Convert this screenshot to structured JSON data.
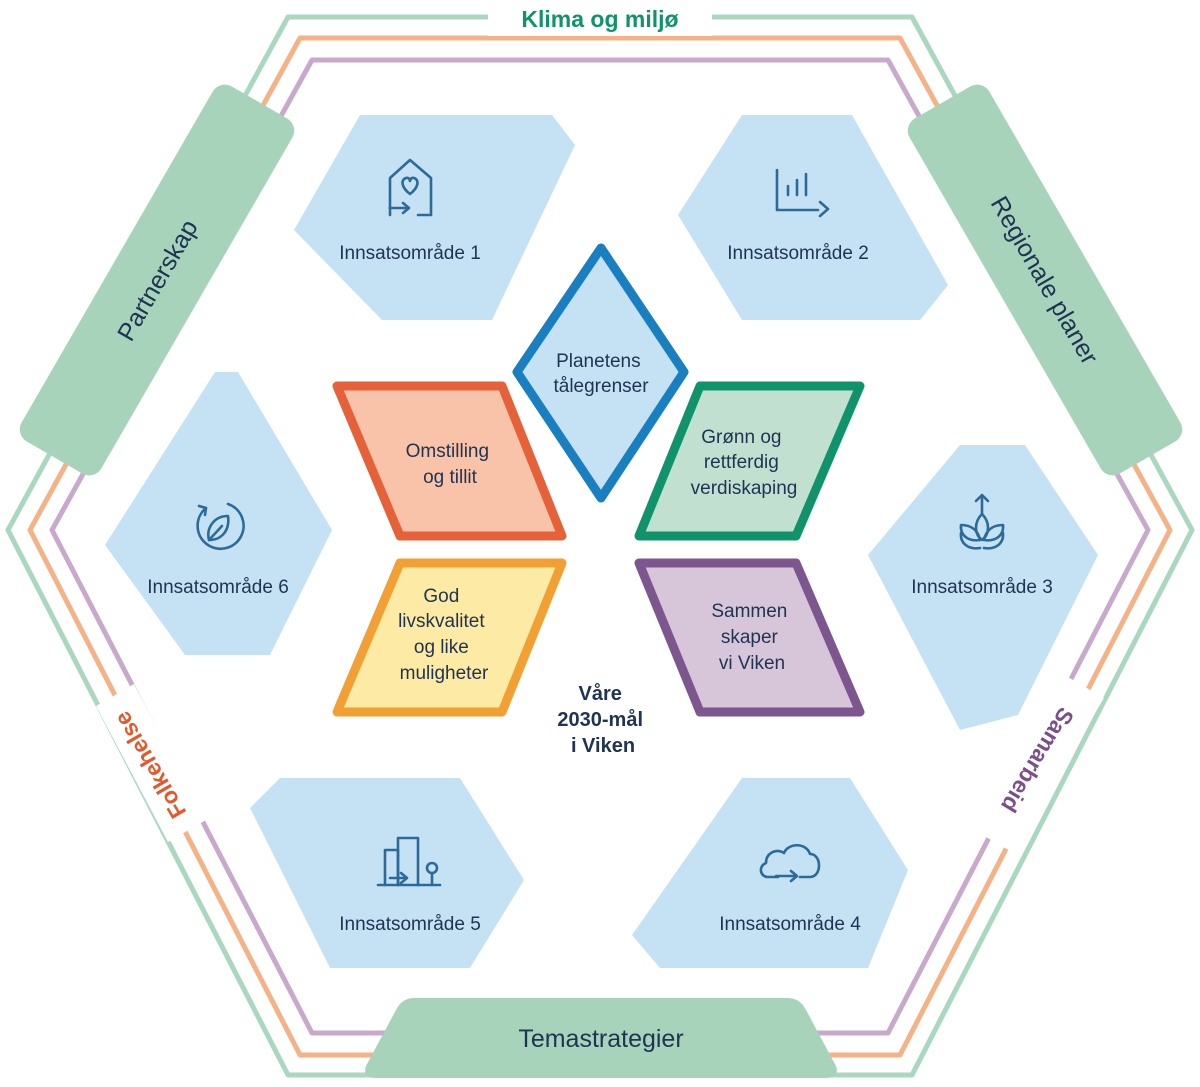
{
  "colors": {
    "ring_outer": "#a9d7bf",
    "ring_middle": "#f4b286",
    "ring_inner": "#c8a9cc",
    "band_fill": "#a8d3bb",
    "area_fill": "#c4e2f4",
    "icon": "#2c6a9a",
    "text": "#1f3352",
    "klima": "#10936b",
    "folkehelse": "#e4582b",
    "samarbeid": "#7a4f8a"
  },
  "ring_labels": {
    "klima": "Klima og miljø",
    "folkehelse": "Folkehelse",
    "samarbeid": "Samarbeid"
  },
  "bands": {
    "partnerskap": "Partnerskap",
    "regionale_planer": "Regionale planer",
    "temastrategier": "Temastrategier"
  },
  "areas": [
    {
      "label": "Innsatsområde 1",
      "icon": "house-heart-icon"
    },
    {
      "label": "Innsatsområde 2",
      "icon": "bar-chart-icon"
    },
    {
      "label": "Innsatsområde 3",
      "icon": "plant-icon"
    },
    {
      "label": "Innsatsområde 4",
      "icon": "cloud-icon"
    },
    {
      "label": "Innsatsområde 5",
      "icon": "city-icon"
    },
    {
      "label": "Innsatsområde 6",
      "icon": "cycle-leaf-icon"
    }
  ],
  "goals": [
    {
      "lines": [
        "Planetens",
        "tålegrenser"
      ],
      "fill": "#c4e2f4",
      "stroke": "#1a7fc0"
    },
    {
      "lines": [
        "Grønn og",
        "rettferdig",
        "verdiskaping"
      ],
      "fill": "#c2e0d0",
      "stroke": "#10936b"
    },
    {
      "lines": [
        "Sammen",
        "skaper",
        "vi Viken"
      ],
      "fill": "#d7c6da",
      "stroke": "#7d5690"
    },
    {
      "lines": [
        "God",
        "livskvalitet",
        "og like",
        "muligheter"
      ],
      "fill": "#fdeba5",
      "stroke": "#f29f33"
    },
    {
      "lines": [
        "Omstilling",
        "og tillit"
      ],
      "fill": "#f8c3a8",
      "stroke": "#e5613a"
    }
  ],
  "center": {
    "lines": [
      "Våre",
      "2030-mål",
      "i Viken"
    ]
  }
}
